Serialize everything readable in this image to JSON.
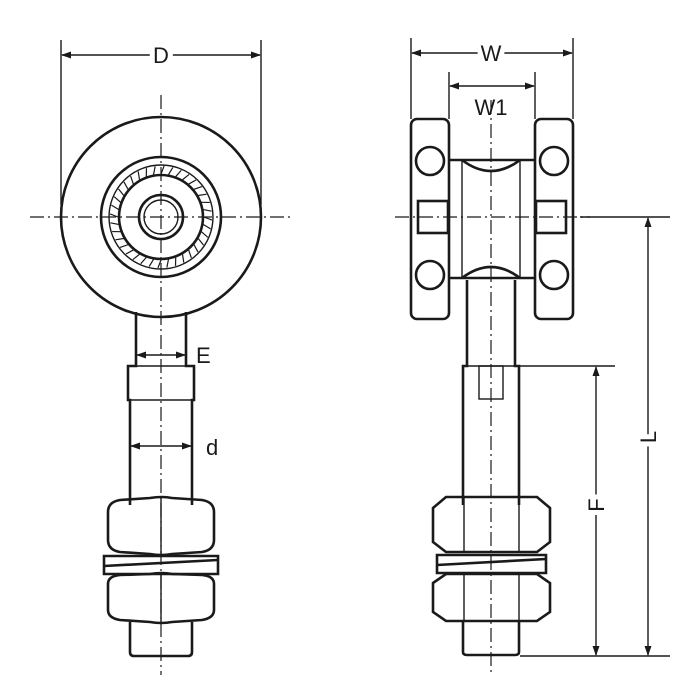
{
  "labels": {
    "D": "D",
    "E": "E",
    "d": "d",
    "W": "W",
    "W1": "W1",
    "L": "L",
    "F": "F"
  },
  "colors": {
    "line": "#1a1a1a",
    "background": "#ffffff"
  }
}
